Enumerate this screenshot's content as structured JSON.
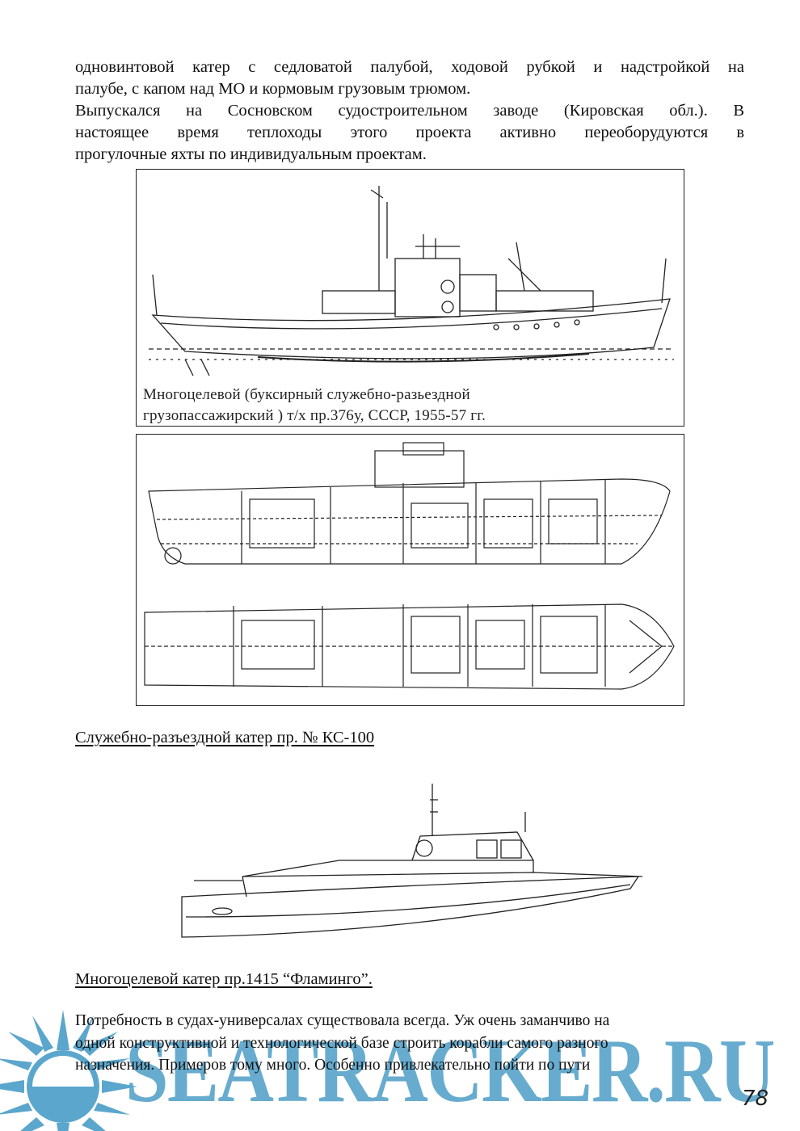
{
  "intro_paragraph": {
    "lines": [
      "одновинтовой катер с седловатой палубой, ходовой рубкой и надстройкой на",
      "палубе, с капом над МО и кормовым грузовым трюмом.",
      "Выпускался на Сосновском судостроительном заводе (Кировская обл.). В",
      "настоящее время теплоходы этого проекта активно переоборудуются в",
      "прогулочные яхты по индивидуальным проектам."
    ]
  },
  "figure1": {
    "caption_lines": [
      "Многоцелевой (буксирный служебно-разьездной",
      "грузопассажирский ) т/х пр.376у, СССР, 1955-57 гг."
    ]
  },
  "heading1": "Служебно-разъездной катер  пр. № КС-100",
  "heading2": "Многоцелевой катер пр.1415 “Фламинго”.",
  "closing_paragraph": {
    "lines": [
      "Потребность в судах-универсалах существовала всегда. Уж очень заманчиво на",
      "одной конструктивной и технологической базе строить корабли самого разного",
      "назначения. Примеров тому много. Особенно привлекательно пойти по пути"
    ]
  },
  "watermark": "SEATRACKER.RU",
  "page_number": "78",
  "colors": {
    "watermark": "#5ba6cc",
    "ink": "#111111"
  }
}
